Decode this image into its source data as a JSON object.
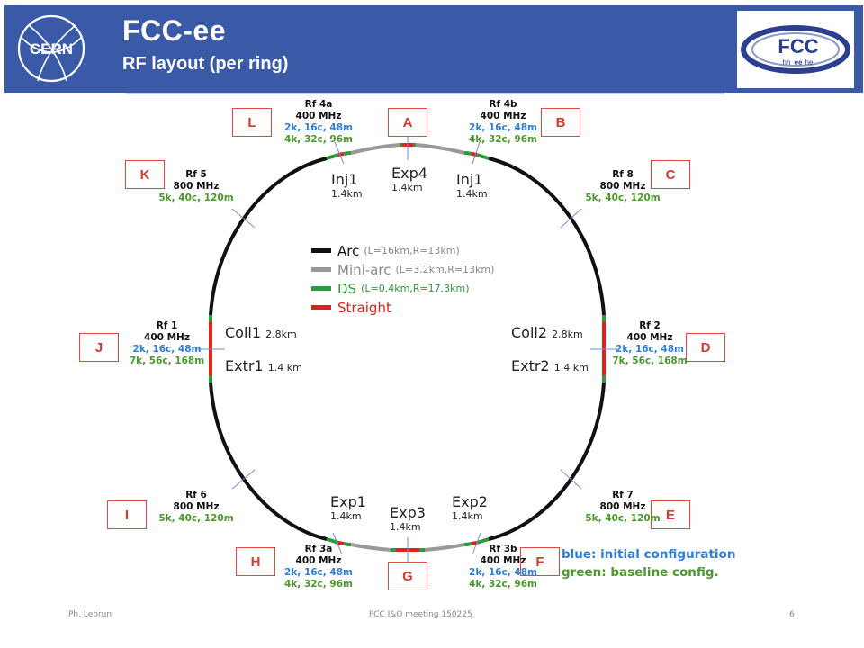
{
  "header": {
    "title": "FCC-ee",
    "subtitle": "RF layout (per ring)",
    "cern_logo_text": "CERN",
    "fcc_logo_text": "FCC",
    "fcc_logo_sub_hh": "hh",
    "fcc_logo_sub_ee": "ee",
    "fcc_logo_sub_he": "he",
    "brand_color": "#3a5aa8"
  },
  "colors": {
    "arc": "#111111",
    "mini_arc": "#999999",
    "ds": "#2e9a3c",
    "straight": "#e0201b",
    "initial": "#2f7fd9",
    "baseline": "#4a9a2b",
    "label_border": "#e3463a"
  },
  "point_labels": {
    "A": "A",
    "B": "B",
    "C": "C",
    "D": "D",
    "E": "E",
    "F": "F",
    "G": "G",
    "H": "H",
    "I": "I",
    "J": "J",
    "K": "K",
    "L": "L"
  },
  "rf": {
    "rf4a": {
      "name": "Rf 4a",
      "freq": "400 MHz",
      "initial": "2k, 16c, 48m",
      "baseline": "4k, 32c, 96m"
    },
    "rf4b": {
      "name": "Rf 4b",
      "freq": "400 MHz",
      "initial": "2k, 16c, 48m",
      "baseline": "4k, 32c, 96m"
    },
    "rf5": {
      "name": "Rf 5",
      "freq": "800 MHz",
      "baseline": "5k, 40c, 120m"
    },
    "rf8": {
      "name": "Rf 8",
      "freq": "800 MHz",
      "baseline": "5k, 40c, 120m"
    },
    "rf1": {
      "name": "Rf 1",
      "freq": "400 MHz",
      "initial": "2k, 16c, 48m",
      "baseline": "7k, 56c, 168m"
    },
    "rf2": {
      "name": "Rf 2",
      "freq": "400 MHz",
      "initial": "2k, 16c, 48m",
      "baseline": "7k, 56c, 168m"
    },
    "rf6": {
      "name": "Rf 6",
      "freq": "800 MHz",
      "baseline": "5k, 40c, 120m"
    },
    "rf7": {
      "name": "Rf 7",
      "freq": "800 MHz",
      "baseline": "5k, 40c, 120m"
    },
    "rf3a": {
      "name": "Rf 3a",
      "freq": "400 MHz",
      "initial": "2k, 16c, 48m",
      "baseline": "4k, 32c, 96m"
    },
    "rf3b": {
      "name": "Rf 3b",
      "freq": "400 MHz",
      "initial": "2k, 16c, 48m",
      "baseline": "4k, 32c, 96m"
    }
  },
  "sections": {
    "inj1_left": {
      "name": "Inj1",
      "length": "1.4km"
    },
    "exp4": {
      "name": "Exp4",
      "length": "1.4km"
    },
    "inj1_right": {
      "name": "Inj1",
      "length": "1.4km"
    },
    "coll1": {
      "name": "Coll1",
      "length": "2.8km"
    },
    "extr1": {
      "name": "Extr1",
      "length": "1.4 km"
    },
    "coll2": {
      "name": "Coll2",
      "length": "2.8km"
    },
    "extr2": {
      "name": "Extr2",
      "length": "1.4 km"
    },
    "exp1": {
      "name": "Exp1",
      "length": "1.4km"
    },
    "exp3": {
      "name": "Exp3",
      "length": "1.4km"
    },
    "exp2": {
      "name": "Exp2",
      "length": "1.4km"
    }
  },
  "legend": [
    {
      "label": "Arc",
      "params": "(L=16km,R=13km)",
      "color": "#111111"
    },
    {
      "label": "Mini-arc",
      "params": "(L=3.2km,R=13km)",
      "color": "#999999"
    },
    {
      "label": "DS",
      "params": "(L=0.4km,R=17.3km)",
      "color": "#2e9a3c"
    },
    {
      "label": "Straight",
      "params": "",
      "color": "#e0201b"
    }
  ],
  "notes": {
    "initial": "blue: initial configuration",
    "baseline": "green: baseline config."
  },
  "footer": {
    "author": "Ph. Lebrun",
    "meeting": "FCC I&O meeting 150225",
    "page": "6"
  }
}
